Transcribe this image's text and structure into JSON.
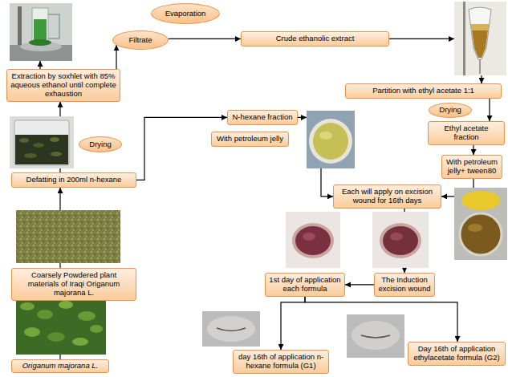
{
  "diagram": {
    "nodes": [
      {
        "text": [
          "Evaporation"
        ]
      },
      {
        "text": [
          "Filtrate"
        ]
      },
      {
        "text": [
          "Crude ethanolic extract"
        ]
      },
      {
        "text": [
          "Extraction by soxhlet with 85% aqueous ethanol until complete exhaustion"
        ]
      },
      {
        "text": [
          "Partition with ethyl acetate 1:1"
        ]
      },
      {
        "text": [
          "Drying"
        ]
      },
      {
        "text": [
          "N-hexane fraction"
        ]
      },
      {
        "text": [
          "Ethyl acetate fraction"
        ]
      },
      {
        "text": [
          "With petroleum jelly"
        ]
      },
      {
        "text": [
          "Drying"
        ]
      },
      {
        "text": [
          "With petroleum jelly+ tween80"
        ]
      },
      {
        "text": [
          "Defatting in 200ml n-hexane"
        ]
      },
      {
        "text": [
          "Each will apply on excision wound for 16th days"
        ]
      },
      {
        "text": [
          "Coarsely Powdered plant materials of Iraqi Origanum majorana L."
        ]
      },
      {
        "text": [
          "1st day of application each formula"
        ]
      },
      {
        "text": [
          "The Induction excision wound"
        ]
      },
      {
        "text": [
          "day 16th of application n-hexane formula (G1)"
        ]
      },
      {
        "text": [
          "Day 16th of application ethylacetate formula (G2)"
        ]
      },
      {
        "text": [
          "Origanum majorana L."
        ]
      }
    ],
    "edges": [
      {
        "from": 18,
        "to": 13,
        "arrow": "to"
      },
      {
        "from": 13,
        "to": 11,
        "arrow": "to"
      },
      {
        "from": 11,
        "to": 3,
        "arrow": "to"
      },
      {
        "from": 11,
        "to": 6,
        "arrow": "to"
      },
      {
        "from": 3,
        "to": 1,
        "arrow": "to"
      },
      {
        "from": 1,
        "to": 2,
        "arrow": "to"
      },
      {
        "from": 2,
        "to": 4,
        "arrow": "to"
      },
      {
        "from": 4,
        "to": 7,
        "arrow": "to"
      },
      {
        "from": 7,
        "to": 10,
        "arrow": "to"
      },
      {
        "from": 10,
        "to": 12,
        "arrow": "to"
      },
      {
        "from": 6,
        "to": 12,
        "arrow": "to"
      },
      {
        "from": 12,
        "to": 15,
        "arrow": "to"
      },
      {
        "from": 15,
        "to": 14,
        "arrow": "to"
      },
      {
        "from": 14,
        "to": 16,
        "arrow": "to"
      },
      {
        "from": 14,
        "to": 17,
        "arrow": "to"
      }
    ]
  }
}
